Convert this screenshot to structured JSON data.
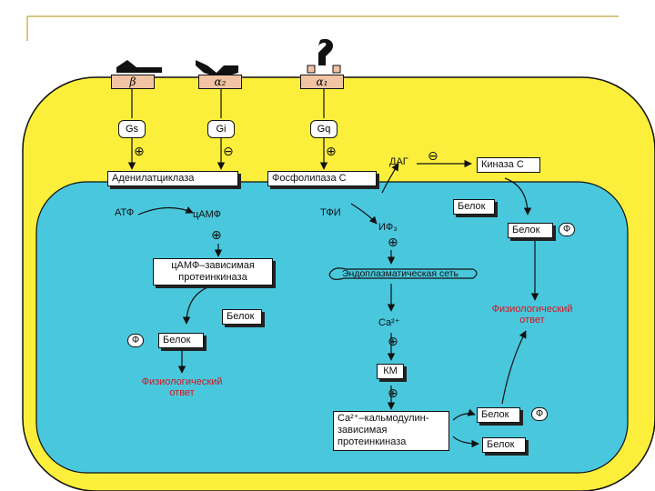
{
  "colors": {
    "membrane": "#fbef3c",
    "cytoplasm": "#49c7dd",
    "receptor": "#f2c4a4",
    "response": "#d8141e"
  },
  "receptors": [
    "β",
    "α₂",
    "α₁"
  ],
  "g_proteins": [
    "Gs",
    "Gi",
    "Gq"
  ],
  "signs": {
    "plus": "⊕",
    "minus": "⊖"
  },
  "enzymes": {
    "adenylate_cyclase": "Аденилатциклаза",
    "phospholipase_c": "Фосфолипаза С",
    "kinase_c": "Киназа С",
    "camp_kinase_line1": "цАМФ–зависимая",
    "camp_kinase_line2": "протеинкиназа",
    "km": "КМ",
    "cam_kinase_line1": "Ca²⁺–кальмодулин-",
    "cam_kinase_line2": "зависимая",
    "cam_kinase_line3": "протеинкиназа"
  },
  "molecules": {
    "atp": "АТФ",
    "camp": "цАМФ",
    "pip2": "ТФИ",
    "ip3": "ИФ₃",
    "dag": "ДАГ",
    "ca": "Ca²⁺"
  },
  "organelle": "Эндоплазматическая сеть",
  "protein": "Белок",
  "phosphate": "Ф",
  "response_line1": "Физиологический",
  "response_line2": "ответ"
}
